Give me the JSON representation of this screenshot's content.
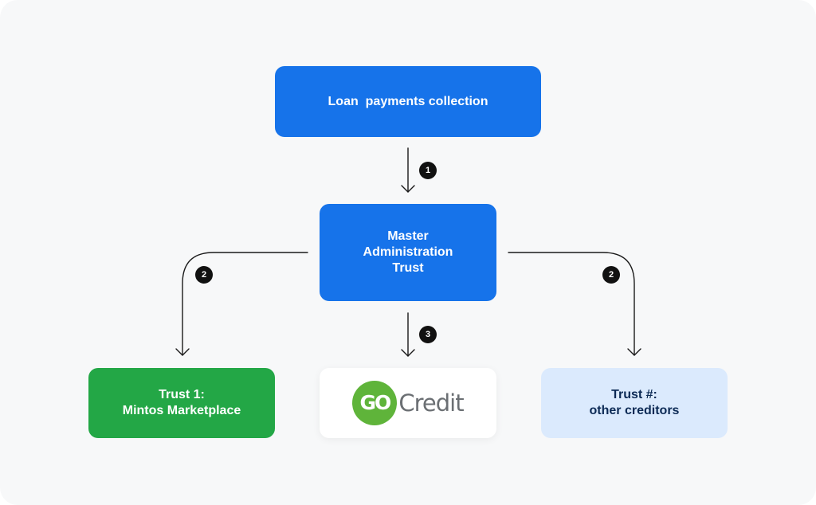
{
  "diagram": {
    "nodes": {
      "collection": {
        "label": "Loan  payments collection"
      },
      "master": {
        "lines": [
          "Master",
          "Administration",
          "Trust"
        ]
      },
      "trust1": {
        "lines": [
          "Trust 1:",
          "Mintos Marketplace"
        ]
      },
      "gocredit": {
        "logo_parts": [
          "GO",
          "Credit"
        ]
      },
      "trustn": {
        "lines": [
          "Trust #:",
          "other creditors"
        ]
      }
    },
    "step_badges": {
      "collection_to_master": "1",
      "master_to_trust1": "2",
      "master_to_others": "2",
      "master_to_gocredit": "3"
    },
    "colors": {
      "background": "#f7f8f9",
      "primary_blue": "#1673ea",
      "trust_green": "#23a746",
      "light_blue": "#dbeafd",
      "logo_green": "#5fb43a",
      "logo_gray": "#6b6f73",
      "badge": "#111111"
    }
  }
}
